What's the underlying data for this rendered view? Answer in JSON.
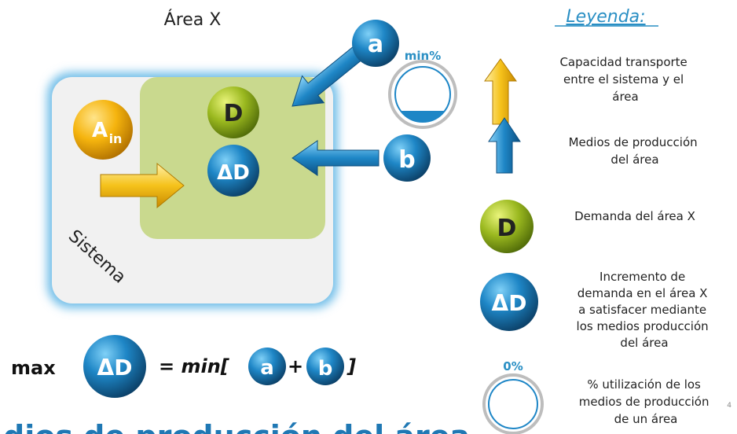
{
  "area_title": "Área X",
  "legend": {
    "title": "Leyenda:",
    "items": [
      {
        "icon": "yellow-arrow-icon",
        "lines": [
          "Capacidad transporte",
          "entre el sistema y el",
          "área"
        ]
      },
      {
        "icon": "blue-arrow-icon",
        "lines": [
          "Medios de producción",
          "del área"
        ]
      },
      {
        "icon": "green-ball-icon",
        "symbol": "D",
        "lines": [
          "Demanda del área X"
        ]
      },
      {
        "icon": "blue-ball-icon",
        "symbol": "ΔD",
        "lines": [
          "Incremento de",
          "demanda en el área X",
          "a satisfacer mediante",
          "los medios producción",
          "del área"
        ]
      },
      {
        "icon": "gauge-icon",
        "gauge_label": "0%",
        "gauge_level": 0,
        "lines": [
          "% utilización de los",
          "medios de producción",
          "de un área"
        ]
      }
    ]
  },
  "diagram": {
    "system_label": "Sistema",
    "ain_label": "A",
    "ain_sub": "in",
    "d_label": "D",
    "delta_d_label": "ΔD",
    "a_label": "a",
    "b_label": "b",
    "gauge_label": "min%",
    "gauge_level": 0.2
  },
  "formula": {
    "max": "max",
    "delta_d": "ΔD",
    "eq": "= min[",
    "a": "a",
    "plus": "+",
    "b": "b",
    "close": "]"
  },
  "bottom_title": "dios de producción del área",
  "page_number": "4",
  "colors": {
    "blue": "#1e86c6",
    "green": "#8fb21c",
    "yellow": "#f4b400",
    "area_fill": "#c9d98e",
    "system_fill": "#f1f1f1",
    "system_glow": "#6fbde8",
    "legend_title": "#2a8fc4"
  }
}
